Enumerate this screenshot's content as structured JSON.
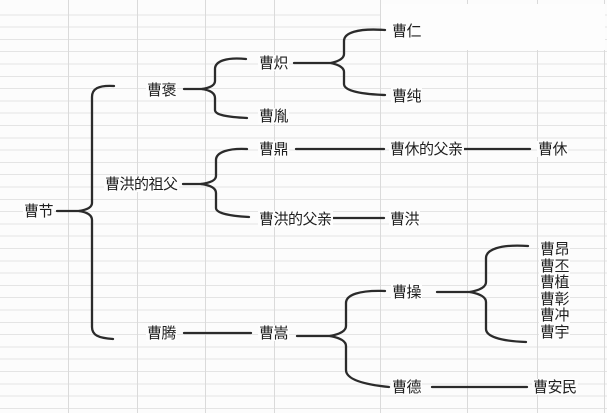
{
  "colors": {
    "line": "#2b2b2b",
    "text": "#1f1f1f",
    "grid_row_line": "#e4e4e4",
    "grid_col_line": "#dadada",
    "background": "#fcfcfc"
  },
  "nodes": {
    "cao_jie": "曹节",
    "cao_bao": "曹褒",
    "cao_chi": "曹炽",
    "cao_yin": "曹胤",
    "cao_ren": "曹仁",
    "cao_chun": "曹纯",
    "cao_hong_zufu": "曹洪的祖父",
    "cao_ding": "曹鼎",
    "cao_xiu_fuqin": "曹休的父亲",
    "cao_xiu": "曹休",
    "cao_hong_fuqin": "曹洪的父亲",
    "cao_hong": "曹洪",
    "cao_teng": "曹腾",
    "cao_song": "曹嵩",
    "cao_cao": "曹操",
    "cao_ang": "曹昂",
    "cao_pi": "曹丕",
    "cao_zhi": "曹植",
    "cao_zhang": "曹彰",
    "cao_chong": "曹冲",
    "cao_yu": "曹宇",
    "cao_de": "曹德",
    "cao_anmin": "曹安民"
  },
  "family_tree": {
    "label": "曹节",
    "children": [
      {
        "label": "曹褒",
        "children": [
          {
            "label": "曹炽",
            "children": [
              {
                "label": "曹仁"
              },
              {
                "label": "曹纯"
              }
            ]
          },
          {
            "label": "曹胤"
          }
        ]
      },
      {
        "label": "曹洪的祖父",
        "children": [
          {
            "label": "曹鼎",
            "children": [
              {
                "label": "曹休的父亲",
                "children": [
                  {
                    "label": "曹休"
                  }
                ]
              }
            ]
          },
          {
            "label": "曹洪的父亲",
            "children": [
              {
                "label": "曹洪"
              }
            ]
          }
        ]
      },
      {
        "label": "曹腾",
        "children": [
          {
            "label": "曹嵩",
            "children": [
              {
                "label": "曹操",
                "children": [
                  {
                    "label": "曹昂"
                  },
                  {
                    "label": "曹丕"
                  },
                  {
                    "label": "曹植"
                  },
                  {
                    "label": "曹彰"
                  },
                  {
                    "label": "曹冲"
                  },
                  {
                    "label": "曹宇"
                  }
                ]
              },
              {
                "label": "曹德",
                "children": [
                  {
                    "label": "曹安民"
                  }
                ]
              }
            ]
          }
        ]
      }
    ]
  }
}
